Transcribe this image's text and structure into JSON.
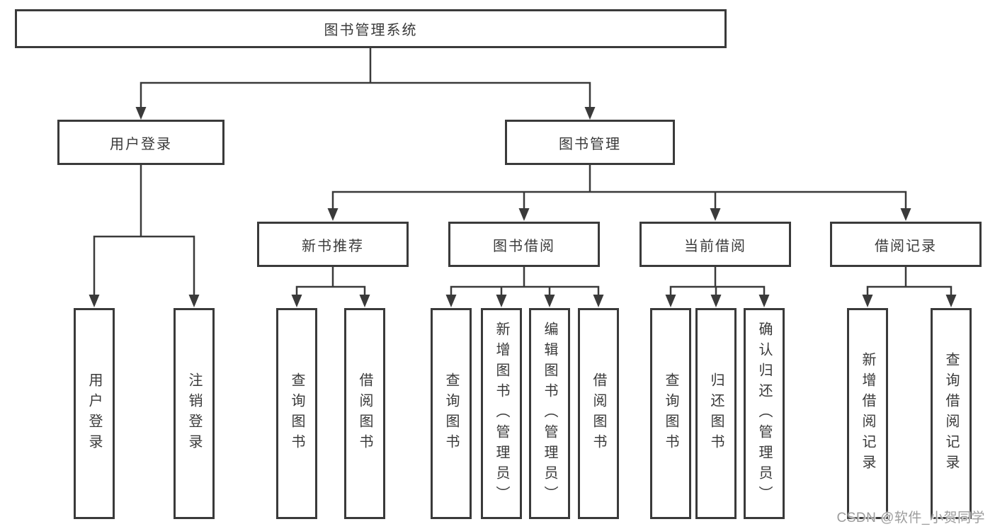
{
  "title": "图书管理系统",
  "tree": {
    "root": {
      "label": "图书管理系统"
    },
    "l2": [
      {
        "label": "用户登录"
      },
      {
        "label": "图书管理"
      }
    ],
    "l3": [
      {
        "label": "新书推荐"
      },
      {
        "label": "图书借阅"
      },
      {
        "label": "当前借阅"
      },
      {
        "label": "借阅记录"
      }
    ],
    "leaves": {
      "user": [
        "用户登录",
        "注销登录"
      ],
      "newbook": [
        "查询图书",
        "借阅图书"
      ],
      "borrow": [
        "查询图书",
        "新增图书（管理员）",
        "编辑图书（管理员）",
        "借阅图书"
      ],
      "current": [
        "查询图书",
        "归还图书",
        "确认归还（管理员）"
      ],
      "records": [
        "新增借阅记录",
        "查询借阅记录"
      ]
    }
  },
  "watermark": "CSDN @软件_小贺同学",
  "colors": {
    "line": "#3a3a3a",
    "text": "#3a3a3a",
    "background": "#ffffff",
    "watermark": "#9c9c9c"
  }
}
